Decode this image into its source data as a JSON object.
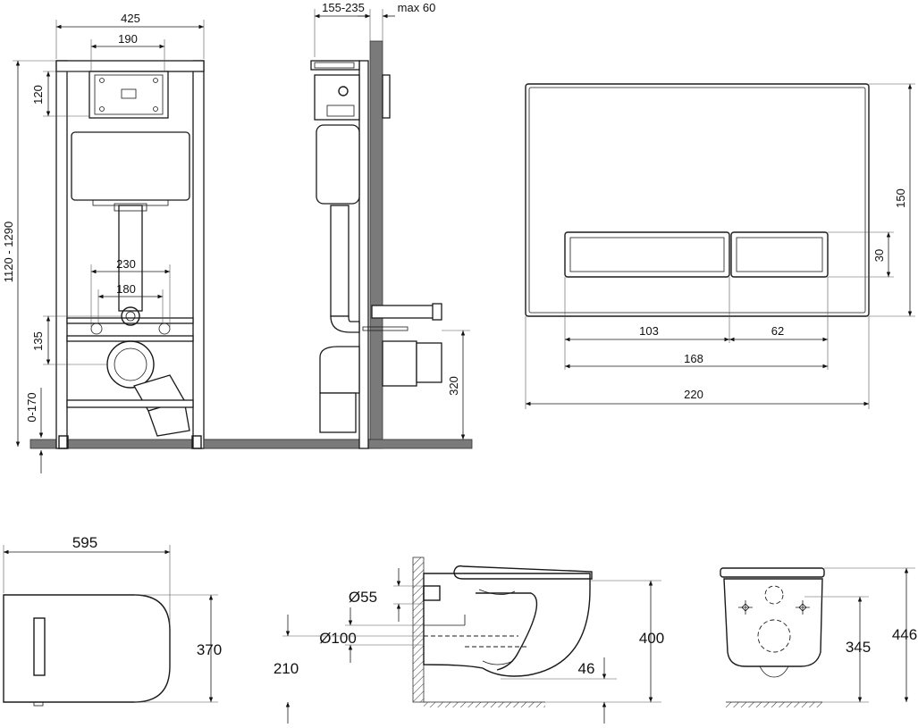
{
  "frame_front": {
    "width": "425",
    "button_width": "190",
    "height_range": "1120 - 1290",
    "button_offset": "120",
    "pipe_spacing": "230",
    "bolt_spacing": "180",
    "drain_offset": "135",
    "leg_adjust": "0-170"
  },
  "frame_side": {
    "wall_offset": "155-235",
    "max_thickness": "max 60",
    "drain_height": "320"
  },
  "flush_plate": {
    "height": "150",
    "button_height": "30",
    "left_button_width": "103",
    "right_button_width": "62",
    "buttons_total_width": "168",
    "plate_width": "220"
  },
  "bowl_top": {
    "length": "595",
    "width": "370"
  },
  "bowl_side": {
    "water_inlet_dia": "Ø55",
    "drain_dia": "Ø100",
    "drain_height": "210",
    "bowl_height": "400",
    "seal_depth": "46"
  },
  "bowl_front": {
    "mount_height": "345",
    "total_height": "446"
  }
}
